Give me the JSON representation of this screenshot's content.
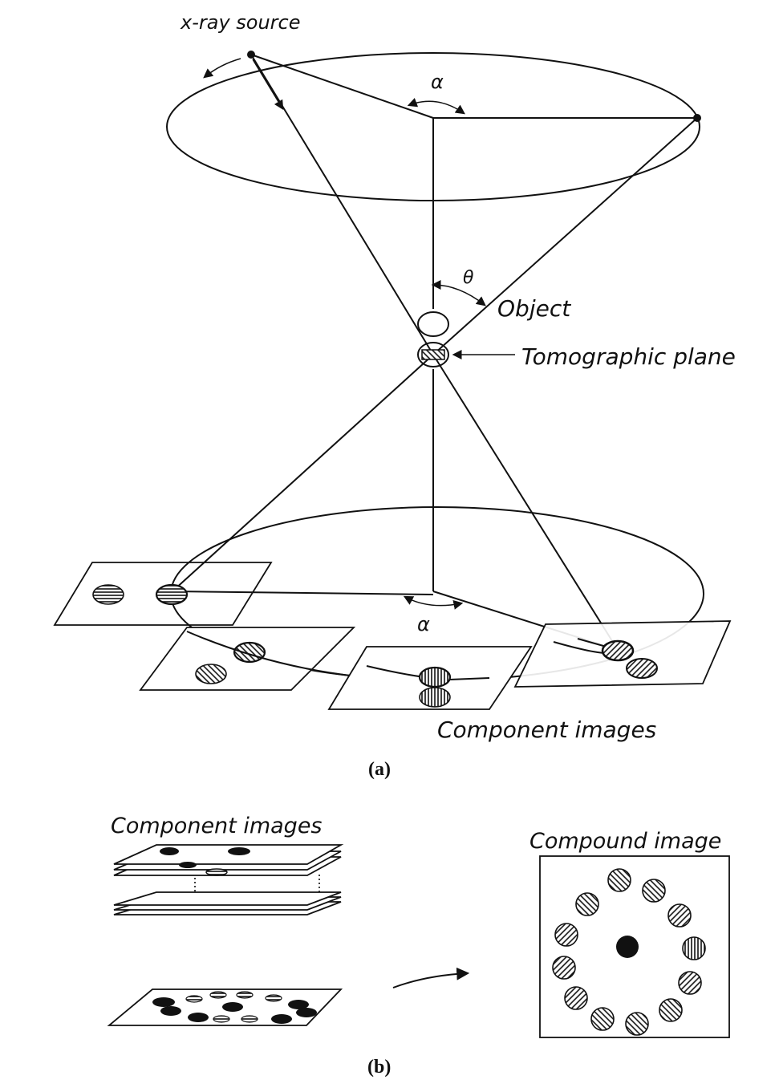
{
  "labels": {
    "xray_source": "x-ray source",
    "alpha_top": "α",
    "theta": "θ",
    "object": "Object",
    "tomographic_plane": "Tomographic plane",
    "alpha_bottom": "α",
    "component_images_a": "Component images",
    "caption_a": "(a)",
    "component_images_b": "Component images",
    "compound_image": "Compound image",
    "caption_b": "(b)"
  }
}
